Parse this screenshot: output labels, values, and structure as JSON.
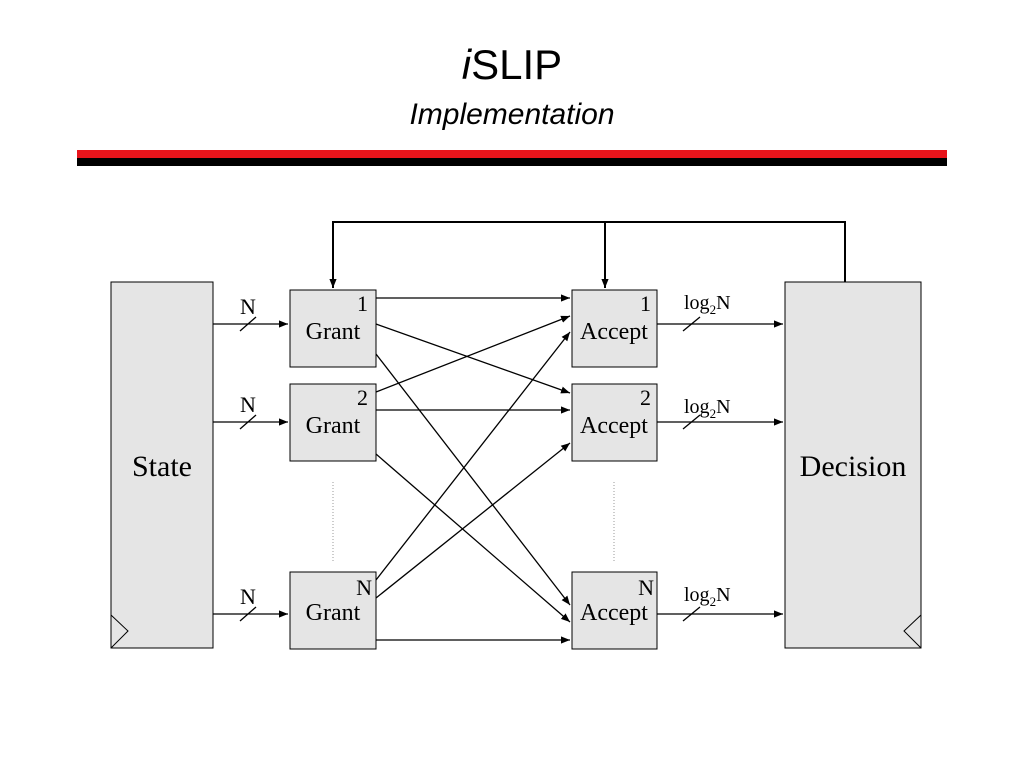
{
  "title": {
    "prefix": "i",
    "main": "SLIP"
  },
  "subtitle": "Implementation",
  "colors": {
    "accent_red": "#e8141b",
    "accent_black": "#000000",
    "block_fill": "#e5e5e5"
  },
  "diagram": {
    "state_label": "State",
    "decision_label": "Decision",
    "grant_word": "Grant",
    "accept_word": "Accept",
    "width_n": "N",
    "log_prefix": "log",
    "log_sub": "2",
    "log_suffix": "N",
    "grants": [
      {
        "index": "1"
      },
      {
        "index": "2"
      },
      {
        "index": "N"
      }
    ],
    "accepts": [
      {
        "index": "1"
      },
      {
        "index": "2"
      },
      {
        "index": "N"
      }
    ]
  }
}
